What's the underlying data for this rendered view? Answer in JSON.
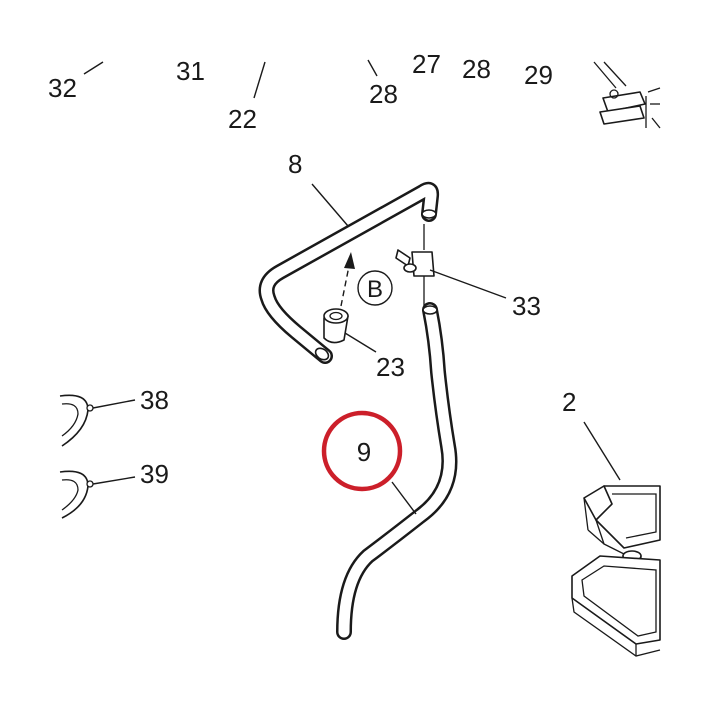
{
  "callouts": {
    "c32": "32",
    "c31": "31",
    "c22": "22",
    "c28a": "28",
    "c27": "27",
    "c28b": "28",
    "c29": "29",
    "c8": "8",
    "c33": "33",
    "c23": "23",
    "c38": "38",
    "c39": "39",
    "c2": "2",
    "c9": "9"
  },
  "view_marker": "B",
  "colors": {
    "line": "#1a1a1a",
    "highlight": "#cc1f2a",
    "background": "#ffffff"
  }
}
